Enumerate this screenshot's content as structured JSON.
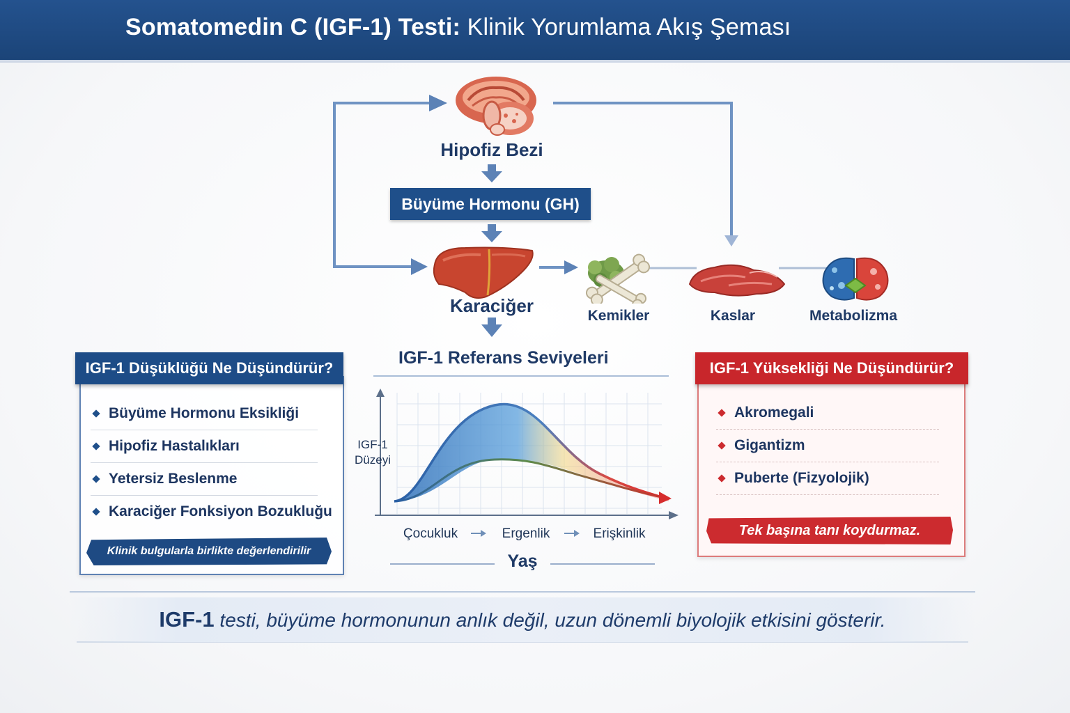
{
  "header": {
    "title_bold": "Somatomedin C (IGF-1) Testi:",
    "title_rest": " Klinik Yorumlama Akış Şeması"
  },
  "flow": {
    "pituitary": "Hipofiz Bezi",
    "gh": "Büyüme Hormonu (GH)",
    "liver": "Karaciğer",
    "targets": [
      "Kemikler",
      "Kaslar",
      "Metabolizma"
    ]
  },
  "low_panel": {
    "title": "IGF-1 Düşüklüğü Ne Düşündürür?",
    "items": [
      "Büyüme Hormonu Eksikliği",
      "Hipofiz Hastalıkları",
      "Yetersiz Beslenme",
      "Karaciğer Fonksiyon Bozukluğu"
    ],
    "note": "Klinik bulgularla birlikte değerlendirilir"
  },
  "high_panel": {
    "title": "IGF-1 Yüksekliği Ne Düşündürür?",
    "items": [
      "Akromegali",
      "Gigantizm",
      "Puberte (Fizyolojik)"
    ],
    "note": "Tek başına tanı koydurmaz."
  },
  "chart_data": {
    "type": "area",
    "title": "IGF-1 Referans Seviyeleri",
    "ylabel": "IGF-1 Düzeyi",
    "xlabel": "Yaş",
    "x_stages": [
      "Çocukluk",
      "Ergenlik",
      "Erişkinlik"
    ],
    "series": [],
    "grid": true
  },
  "footer": {
    "strong": "IGF-1",
    "text": " testi, büyüme hormonunun anlık değil, uzun dönemli biyolojik etkisini gösterir."
  },
  "colors": {
    "primary_blue": "#1f4f8a",
    "alert_red": "#c8262b",
    "header_blue": "#24528e"
  }
}
